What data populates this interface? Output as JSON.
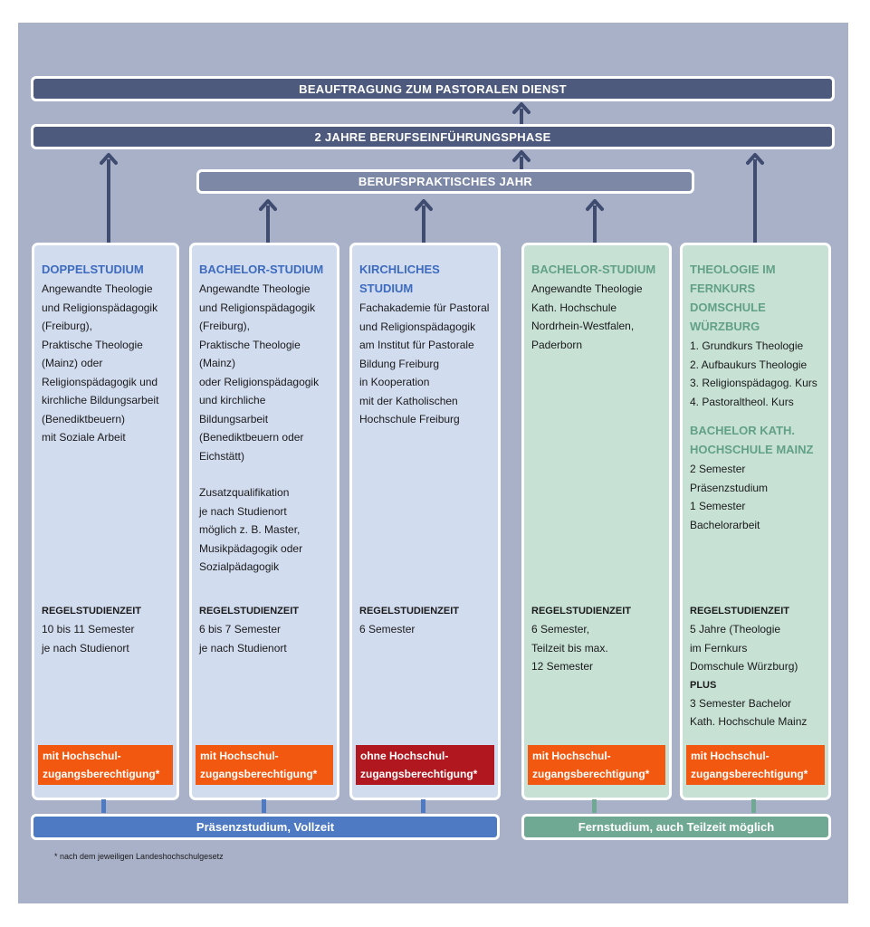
{
  "top": {
    "beauftragung": "BEAUFTRAGUNG ZUM PASTORALEN DIENST",
    "berufseinfuehrung": "2 JAHRE BERUFSEINFÜHRUNGSPHASE",
    "berufspraktisch": "BERUFSPRAKTISCHES JAHR"
  },
  "columns": [
    {
      "title_lines": [
        "DOPPELSTUDIUM"
      ],
      "body_lines": [
        "Angewandte Theologie",
        "und Religionspädagogik",
        "(Freiburg),",
        "Praktische Theologie",
        "(Mainz) oder",
        "Religionspädagogik und",
        "kirchliche Bildungsarbeit",
        "(Benediktbeuern)",
        "mit Soziale Arbeit"
      ],
      "regel_label": "REGELSTUDIENZEIT",
      "regel_lines": [
        "10 bis 11 Semester",
        "je nach Studienort"
      ],
      "badge_lines": [
        "mit Hochschul-",
        "zugangsberechtigung*"
      ]
    },
    {
      "title_lines": [
        "BACHELOR-STUDIUM"
      ],
      "body_lines": [
        "Angewandte Theologie",
        "und Religionspädagogik",
        "(Freiburg),",
        "Praktische Theologie",
        "(Mainz)",
        "oder Religionspädagogik",
        "und kirchliche",
        "Bildungsarbeit",
        "(Benediktbeuern oder",
        "Eichstätt)",
        "",
        "Zusatzqualifikation",
        "je nach Studienort",
        "möglich z. B. Master,",
        "Musikpädagogik oder",
        "Sozialpädagogik"
      ],
      "regel_label": "REGELSTUDIENZEIT",
      "regel_lines": [
        "6 bis 7 Semester",
        "je nach Studienort"
      ],
      "badge_lines": [
        "mit Hochschul-",
        "zugangsberechtigung*"
      ]
    },
    {
      "title_lines": [
        "KIRCHLICHES",
        "STUDIUM"
      ],
      "body_lines": [
        "Fachakademie für Pastoral",
        "und Religionspädagogik",
        "am Institut für Pastorale",
        "Bildung Freiburg",
        "in Kooperation",
        "mit der Katholischen",
        "Hochschule Freiburg"
      ],
      "regel_label": "REGELSTUDIENZEIT",
      "regel_lines": [
        "6 Semester"
      ],
      "badge_lines": [
        "ohne Hochschul-",
        "zugangsberechtigung*"
      ]
    },
    {
      "title_lines": [
        "BACHELOR-STUDIUM"
      ],
      "body_lines": [
        "Angewandte Theologie",
        "Kath. Hochschule",
        "Nordrhein-Westfalen,",
        "Paderborn"
      ],
      "regel_label": "REGELSTUDIENZEIT",
      "regel_lines": [
        "6 Semester,",
        "Teilzeit bis max.",
        "12 Semester"
      ],
      "badge_lines": [
        "mit  Hochschul-",
        "zugangsberechtigung*"
      ]
    },
    {
      "title_lines": [
        "THEOLOGIE IM",
        "FERNKURS",
        "DOMSCHULE",
        "WÜRZBURG"
      ],
      "body_lines": [
        "1. Grundkurs Theologie",
        "2. Aufbaukurs Theologie",
        "3. Religionspädagog. Kurs",
        "4. Pastoraltheol. Kurs"
      ],
      "title2_lines": [
        "BACHELOR KATH.",
        "HOCHSCHULE MAINZ"
      ],
      "body2_lines": [
        "2 Semester",
        "Präsenzstudium",
        "1 Semester",
        "Bachelorarbeit"
      ],
      "regel_label": "REGELSTUDIENZEIT",
      "regel_lines": [
        "5 Jahre (Theologie",
        "im Fernkurs",
        "Domschule Würzburg)"
      ],
      "plus_label": "PLUS",
      "plus_lines": [
        "3 Semester Bachelor",
        "Kath. Hochschule Mainz"
      ],
      "badge_lines": [
        "mit  Hochschul-",
        "zugangsberechtigung*"
      ]
    }
  ],
  "bottom": {
    "praesenz": "Präsenzstudium, Vollzeit",
    "fern": "Fernstudium, auch Teilzeit möglich"
  },
  "footnote": "* nach dem jeweiligen Landeshochschulgesetz",
  "colors": {
    "panel": "#a9b1c9",
    "dark_bar": "#4d5a7d",
    "blue": "#4e7ac4",
    "green": "#6fa893",
    "orange": "#f2580f",
    "red": "#b0171f"
  }
}
